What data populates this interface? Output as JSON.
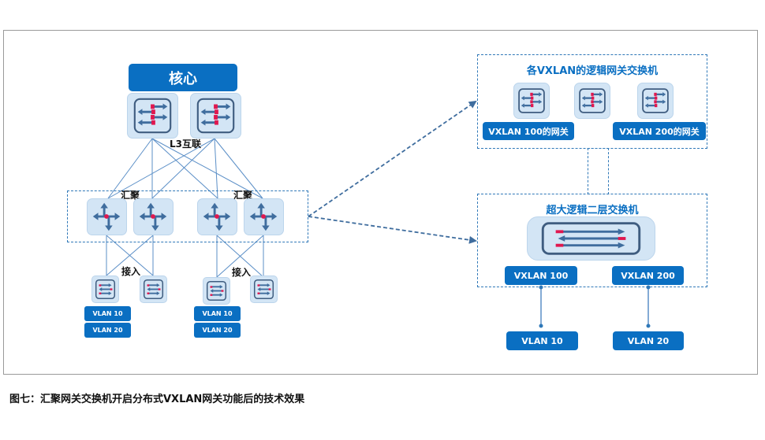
{
  "diagram": {
    "left": {
      "core": {
        "title": "核心",
        "switches": [
          "core-switch-1",
          "core-switch-2"
        ],
        "interconnect_label": "L3互联"
      },
      "aggregation": {
        "group_labels": [
          "汇聚",
          "汇聚"
        ],
        "switches": [
          "agg-switch-1",
          "agg-switch-2",
          "agg-switch-3",
          "agg-switch-4"
        ]
      },
      "access": {
        "group_labels": [
          "接入",
          "接入"
        ],
        "switches": [
          "access-switch-1",
          "access-switch-2",
          "access-switch-3",
          "access-switch-4"
        ],
        "vlans": [
          [
            "VLAN  10",
            "VLAN  20"
          ],
          [
            "VLAN  10",
            "VLAN  20"
          ]
        ]
      }
    },
    "right": {
      "gateway_box": {
        "title": "各VXLAN的逻辑网关交换机",
        "gateways": [
          "VXLAN 100的网关",
          "VXLAN 200的网关"
        ]
      },
      "l2_box": {
        "title": "超大逻辑二层交换机",
        "vxlans": [
          "VXLAN  100",
          "VXLAN  200"
        ]
      },
      "vlans": [
        "VLAN  10",
        "VLAN  20"
      ]
    },
    "caption": "图七：汇聚网关交换机开启分布式VXLAN网关功能后的技术效果"
  },
  "colors": {
    "brand_blue": "#0a6fc2",
    "tile_bg": "#d3e5f5",
    "arrow": "#3f6d9e",
    "port_red": "#e0174f",
    "dashed": "#2f78b8",
    "link": "#5b8fc7"
  }
}
